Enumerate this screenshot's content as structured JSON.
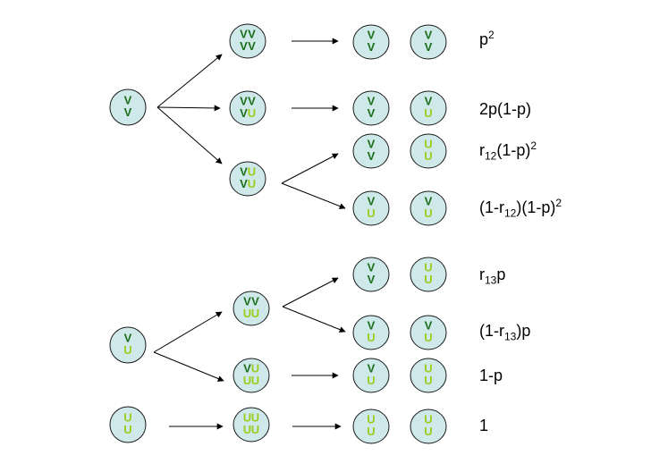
{
  "letters": {
    "v": "V",
    "u": "U"
  },
  "colors": {
    "cell_fill": "#cfe8ea",
    "cell_stroke": "#1a1a1a",
    "dark_letter": "#1b6f1b",
    "light_letter": "#9acd1e",
    "arrow": "#000000"
  },
  "probabilities": {
    "p1": {
      "base": "p",
      "sup": "2"
    },
    "p2": {
      "text": "2p(1-p)"
    },
    "p3": {
      "pre": "r",
      "sub": "12",
      "mid": "(1-p)",
      "sup": "2"
    },
    "p4": {
      "pre": "(1-r",
      "sub": "12",
      "mid": ")(1-p)",
      "sup": "2"
    },
    "p5": {
      "pre": "r",
      "sub": "13",
      "mid": "p"
    },
    "p6": {
      "pre": "(1-r",
      "sub": "13",
      "mid": ")p"
    },
    "p7": {
      "text": "1-p"
    },
    "p8": {
      "text": "1"
    }
  }
}
